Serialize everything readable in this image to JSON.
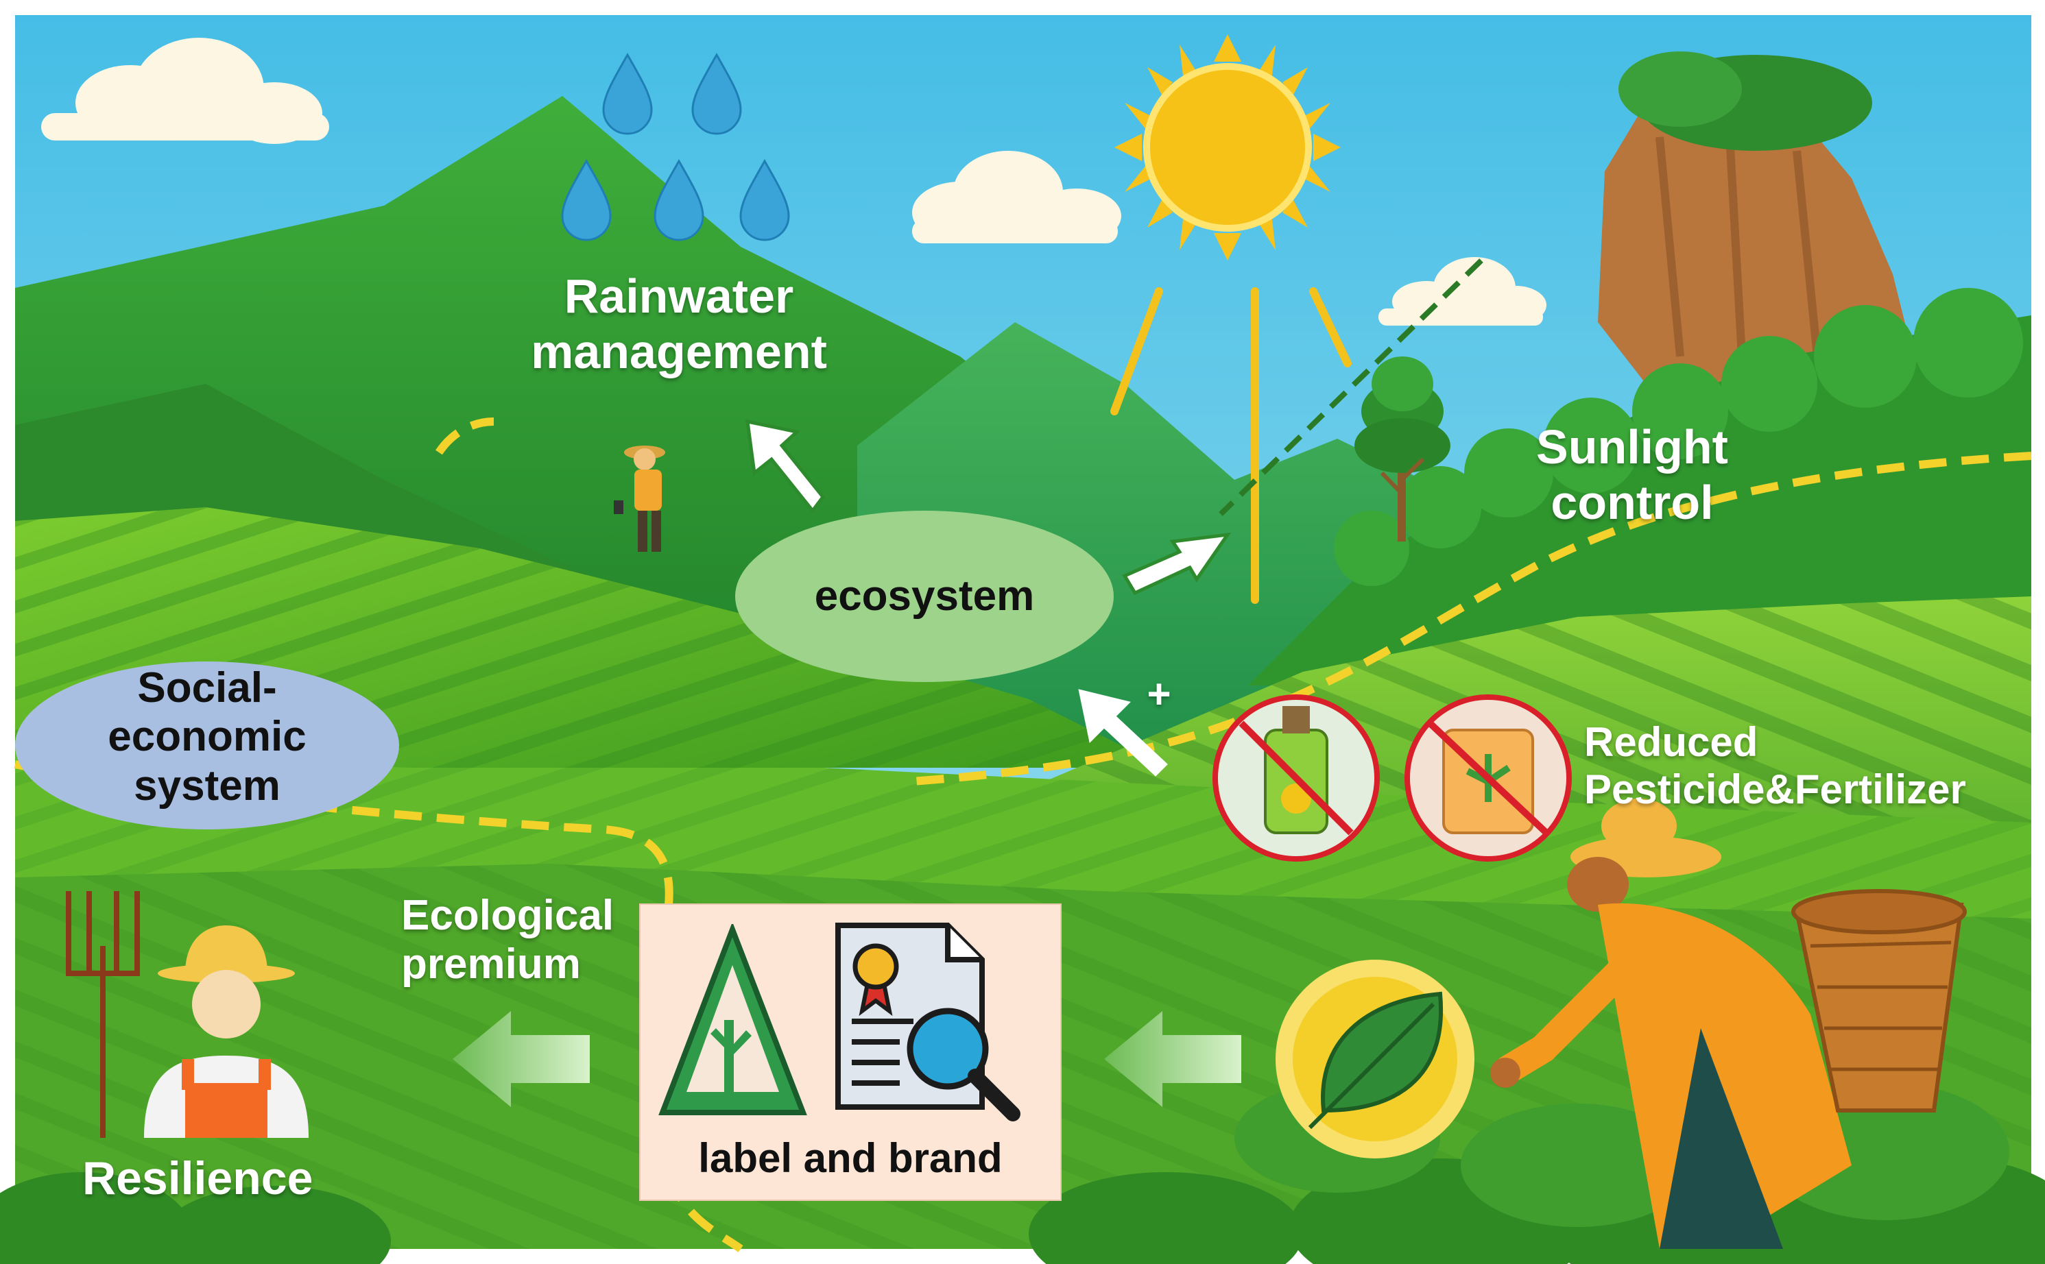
{
  "labels": {
    "rainwater": "Rainwater\nmanagement",
    "sunlight": "Sunlight\ncontrol",
    "ecosystem": "ecosystem",
    "social": "Social-\neconomic\nsystem",
    "reduced": "Reduced\nPesticide&Fertilizer",
    "ecological": "Ecological\npremium",
    "label_brand": "label and brand",
    "resilience": "Resilience",
    "plus": "+"
  },
  "icons": {
    "rain": "raindrop-icon",
    "sun": "sun-icon",
    "tree": "tree-icon",
    "pesticide": "no-pesticide-icon",
    "fertilizer": "no-fertilizer-icon",
    "leaf": "leaf-icon",
    "eco_label": "eco-label-icon",
    "certificate": "certificate-icon",
    "farmer": "farmer-icon",
    "pitchfork": "pitchfork-icon"
  },
  "colors": {
    "sky": "#5cc6e8",
    "ecosystem_ellipse": "#9ed38b",
    "social_ellipse": "#a9bfe2",
    "label_box": "#fde6d6",
    "dashed_line": "#f2d22b",
    "prohibit_red": "#d9202a"
  }
}
